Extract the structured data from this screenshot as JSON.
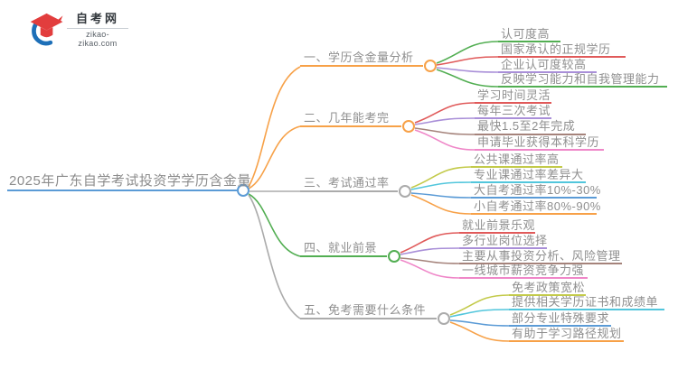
{
  "logo": {
    "title": "自考网",
    "domain": "zikao-zikao.com",
    "icon": "graduation-cap-swoosh-icon"
  },
  "colors": {
    "blue": "#5b9bd6",
    "orange": "#f7a148",
    "gray": "#ababab",
    "green": "#52ae52",
    "red": "#e05a5a",
    "purple": "#a98fd8",
    "brown": "#a5837b",
    "pink": "#ef87c8",
    "olive": "#c3ca4a",
    "cyan": "#52c6dc",
    "text_gray": "#8f8f8f",
    "logo_blue": "#1d6fb8",
    "logo_red": "#e23d3d"
  },
  "root": {
    "label": "2025年广东自学考试投资学学历含金量",
    "color": "blue"
  },
  "branches": [
    {
      "label": "一、学历含金量分析",
      "color": "orange",
      "children": [
        {
          "label": "认可度高",
          "color": "green"
        },
        {
          "label": "国家承认的正规学历",
          "color": "red"
        },
        {
          "label": "企业认可度较高",
          "color": "purple"
        },
        {
          "label": "反映学习能力和自我管理能力",
          "color": "green"
        }
      ]
    },
    {
      "label": "二、几年能考完",
      "color": "orange",
      "children": [
        {
          "label": "学习时间灵活",
          "color": "red"
        },
        {
          "label": "每年三次考试",
          "color": "purple"
        },
        {
          "label": "最快1.5至2年完成",
          "color": "brown"
        },
        {
          "label": "申请毕业获得本科学历",
          "color": "pink"
        }
      ]
    },
    {
      "label": "三、考试通过率",
      "color": "gray",
      "children": [
        {
          "label": "公共课通过率高",
          "color": "olive"
        },
        {
          "label": "专业课通过率差异大",
          "color": "cyan"
        },
        {
          "label": "大自考通过率10%-30%",
          "color": "blue"
        },
        {
          "label": "小自考通过率80%-90%",
          "color": "orange"
        }
      ]
    },
    {
      "label": "四、就业前景",
      "color": "green",
      "children": [
        {
          "label": "就业前景乐观",
          "color": "red"
        },
        {
          "label": "多行业岗位选择",
          "color": "purple"
        },
        {
          "label": "主要从事投资分析、风险管理",
          "color": "brown"
        },
        {
          "label": "一线城市薪资竞争力强",
          "color": "pink"
        }
      ]
    },
    {
      "label": "五、免考需要什么条件",
      "color": "gray",
      "children": [
        {
          "label": "免考政策宽松",
          "color": "olive"
        },
        {
          "label": "提供相关学历证书和成绩单",
          "color": "cyan"
        },
        {
          "label": "部分专业特殊要求",
          "color": "blue"
        },
        {
          "label": "有助于学习路径规划",
          "color": "orange"
        }
      ]
    }
  ]
}
